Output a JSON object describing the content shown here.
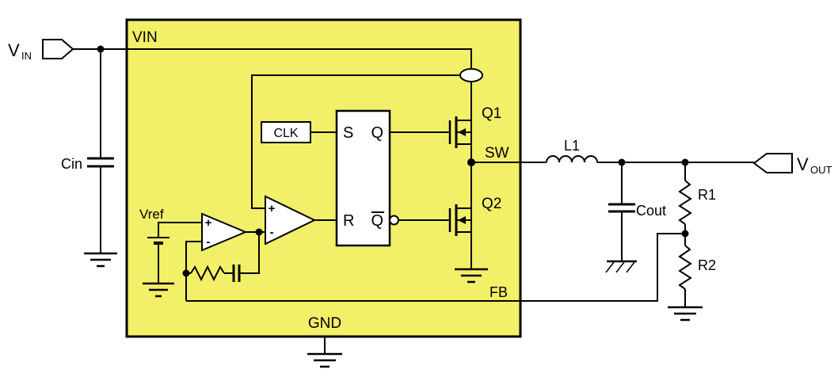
{
  "diagram": {
    "type": "circuit-schematic",
    "description": "Synchronous buck step-down DC-DC converter with external LC filter and feedback divider"
  },
  "colors": {
    "background": "#FFFFFF",
    "ic_fill": "#F2EF68",
    "stroke": "#000000",
    "shape_fill": "#FFFFFF"
  },
  "labels": {
    "vin": {
      "main": "V",
      "sub": "IN"
    },
    "vout": {
      "main": "V",
      "sub": "OUT"
    },
    "cin": "Cin",
    "cout": "Cout",
    "l1": "L1",
    "r1": "R1",
    "r2": "R2",
    "ic": {
      "vin_pin": "VIN",
      "gnd_pin": "GND",
      "sw_pin": "SW",
      "fb_pin": "FB",
      "clk": "CLK",
      "vref": "Vref",
      "q1": "Q1",
      "q2": "Q2",
      "flip_flop": {
        "s": "S",
        "q": "Q",
        "r": "R",
        "qbar": "Q"
      },
      "comparator": {
        "plus": "+",
        "minus": "-"
      },
      "error_amp": {
        "plus": "+",
        "minus": "-"
      }
    }
  }
}
